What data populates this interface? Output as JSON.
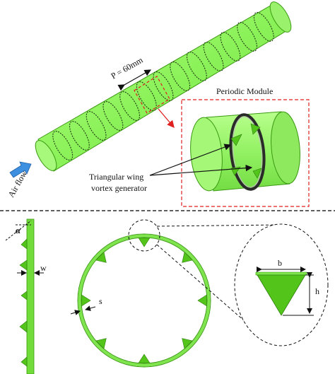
{
  "labels": {
    "pitch": "P = 60mm",
    "periodic_module": "Periodic Module",
    "air_flow": "Air flow",
    "vg_line1": "Triangular wing",
    "vg_line2": "vortex generator",
    "alpha": "α",
    "w": "w",
    "s": "s",
    "b": "b",
    "h": "h"
  },
  "colors": {
    "tube_fill": "#8cf25a",
    "tube_stroke": "#3a9a10",
    "wing_fill": "#52c41a",
    "ring_stroke": "#222222",
    "dashed_red": "#e02020",
    "arrow_blue": "#3d8fe0"
  }
}
